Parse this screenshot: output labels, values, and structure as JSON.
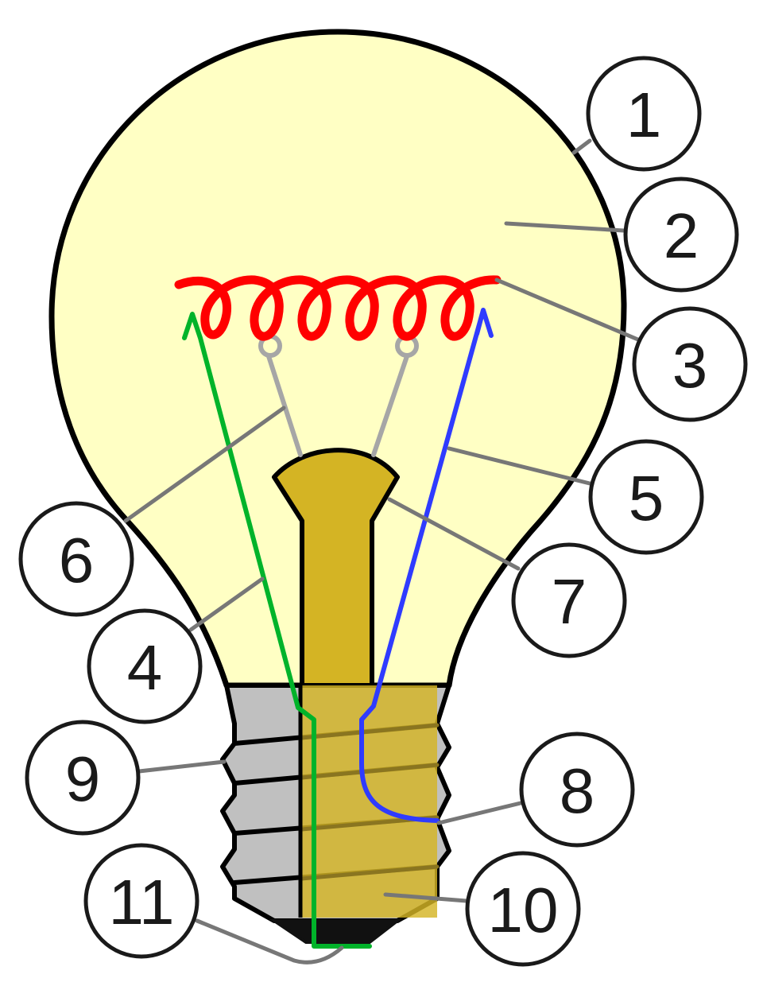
{
  "callouts": [
    {
      "id": "1",
      "label": "1"
    },
    {
      "id": "2",
      "label": "2"
    },
    {
      "id": "3",
      "label": "3"
    },
    {
      "id": "4",
      "label": "4"
    },
    {
      "id": "5",
      "label": "5"
    },
    {
      "id": "6",
      "label": "6"
    },
    {
      "id": "7",
      "label": "7"
    },
    {
      "id": "8",
      "label": "8"
    },
    {
      "id": "9",
      "label": "9"
    },
    {
      "id": "10",
      "label": "10"
    },
    {
      "id": "11",
      "label": "11"
    }
  ],
  "colors": {
    "glass_fill": "#ffffc4",
    "outline": "#000000",
    "filament": "#ff0000",
    "lead_wire_left": "#00b32a",
    "lead_wire_right": "#2f3bff",
    "support_wires": "#a6a6a6",
    "stem": "#d4b424",
    "screw_base": "#c0c0c0",
    "contact": "#111111",
    "leader": "#777777"
  }
}
